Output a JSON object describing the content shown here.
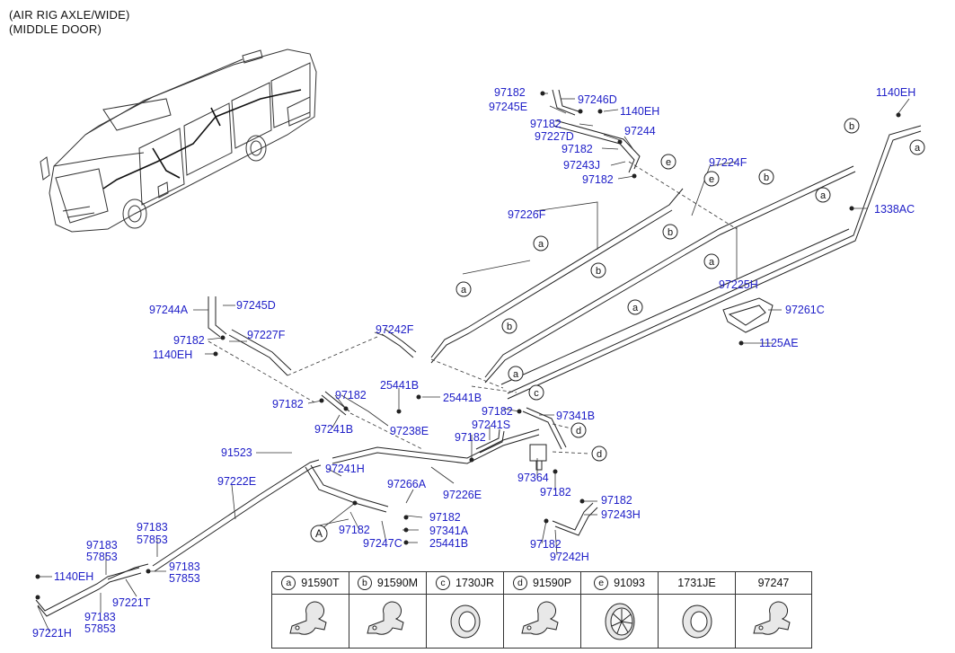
{
  "header": {
    "line1": "(AIR RIG AXLE/WIDE)",
    "line2": "(MIDDLE DOOR)"
  },
  "part_labels": {
    "p97182_a": "97182",
    "p97246D": "97246D",
    "p97245E": "97245E",
    "p1140EH_a": "1140EH",
    "p97182_b": "97182",
    "p97227D": "97227D",
    "p97244": "97244",
    "p97182_c": "97182",
    "p97243J": "97243J",
    "p97182_d": "97182",
    "p1140EH_b": "1140EH",
    "p97224F": "97224F",
    "p1338AC": "1338AC",
    "p97226F": "97226F",
    "p97225H": "97225H",
    "p97261C": "97261C",
    "p1125AE": "1125AE",
    "p97244A": "97244A",
    "p97245D": "97245D",
    "p97182_e": "97182",
    "p97227F": "97227F",
    "p1140EH_c": "1140EH",
    "p97242F": "97242F",
    "p97182_f": "97182",
    "p97182_g": "97182",
    "p97241B": "97241B",
    "p25441B_a": "25441B",
    "p25441B_b": "25441B",
    "p97238E": "97238E",
    "p97182_h": "97182",
    "p97341B": "97341B",
    "p97241S": "97241S",
    "p97182_i": "97182",
    "p91523": "91523",
    "p97222E": "97222E",
    "p97241H": "97241H",
    "p97226E": "97226E",
    "p97364": "97364",
    "p97182_j": "97182",
    "p97266A": "97266A",
    "p97182_k": "97182",
    "p97182_l": "97182",
    "p97243H": "97243H",
    "p97182_m": "97182",
    "p97341A": "97341A",
    "p97247C": "97247C",
    "p25441B_c": "25441B",
    "p97182_n": "97182",
    "p97242H": "97242H",
    "p97183_a": "97183",
    "p57853_a": "57853",
    "p97183_b": "97183",
    "p57853_b": "57853",
    "p97183_c": "97183",
    "p57853_c": "57853",
    "p1140EH_d": "1140EH",
    "p97221T": "97221T",
    "p97183_d": "97183",
    "p57853_d": "57853",
    "p97221H": "97221H"
  },
  "callouts": {
    "A": "A",
    "a": "a",
    "b": "b",
    "c": "c",
    "d": "d",
    "e": "e"
  },
  "legend": [
    {
      "letter": "a",
      "part": "91590T",
      "icon": "clamp-icon"
    },
    {
      "letter": "b",
      "part": "91590M",
      "icon": "clamp-icon"
    },
    {
      "letter": "c",
      "part": "1730JR",
      "icon": "grommet-icon"
    },
    {
      "letter": "d",
      "part": "91590P",
      "icon": "clamp-icon"
    },
    {
      "letter": "e",
      "part": "91093",
      "icon": "grommet-slotted-icon"
    },
    {
      "letter": "",
      "part": "1731JE",
      "icon": "grommet-icon"
    },
    {
      "letter": "",
      "part": "97247",
      "icon": "clamp-icon"
    }
  ]
}
